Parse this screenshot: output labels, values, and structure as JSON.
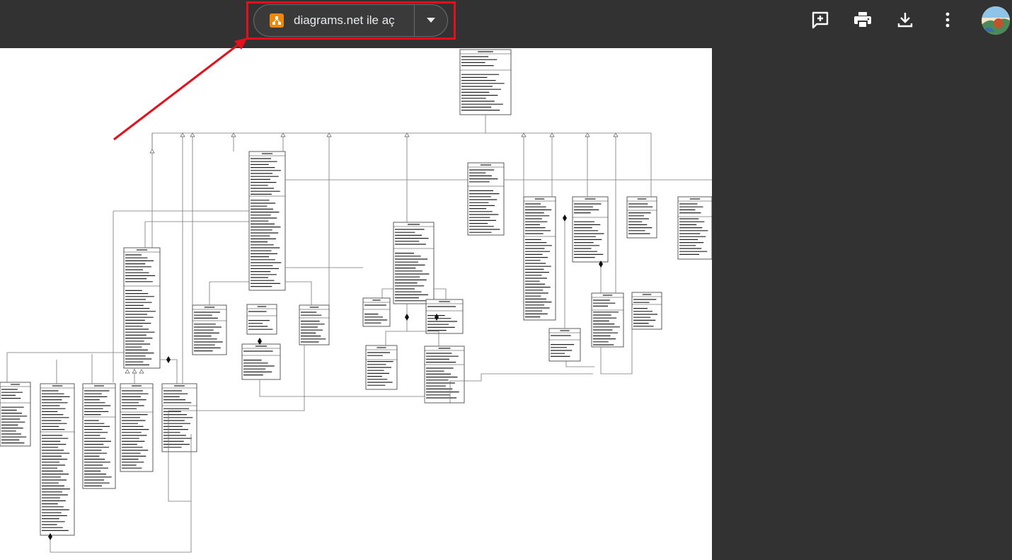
{
  "toolbar": {
    "open_with_label": "diagrams.net ile aç",
    "app_icon": "drawio-icon",
    "dropdown_icon": "caret-down-icon",
    "icons": [
      "add-comment-icon",
      "print-icon",
      "download-icon",
      "more-vert-icon",
      "avatar"
    ]
  },
  "colors": {
    "toolbar_bg": "#323232",
    "highlight": "#e3111b",
    "drawio_orange": "#f08705",
    "page_bg": "#ffffff"
  },
  "document": {
    "description_hidden": "",
    "classes": [
      {
        "id": "c1"
      },
      {
        "id": "c2"
      },
      {
        "id": "c3"
      },
      {
        "id": "c4"
      },
      {
        "id": "c5"
      },
      {
        "id": "c6"
      },
      {
        "id": "c7"
      },
      {
        "id": "c8"
      },
      {
        "id": "c9"
      },
      {
        "id": "c10"
      },
      {
        "id": "c11"
      },
      {
        "id": "c12"
      },
      {
        "id": "c13"
      },
      {
        "id": "c14"
      },
      {
        "id": "c15"
      },
      {
        "id": "c16"
      },
      {
        "id": "c17"
      },
      {
        "id": "c18"
      },
      {
        "id": "c19"
      },
      {
        "id": "c20"
      },
      {
        "id": "c21"
      },
      {
        "id": "c22"
      },
      {
        "id": "c23"
      },
      {
        "id": "c24"
      },
      {
        "id": "c25"
      },
      {
        "id": "c26"
      },
      {
        "id": "c27"
      },
      {
        "id": "c28"
      }
    ]
  }
}
